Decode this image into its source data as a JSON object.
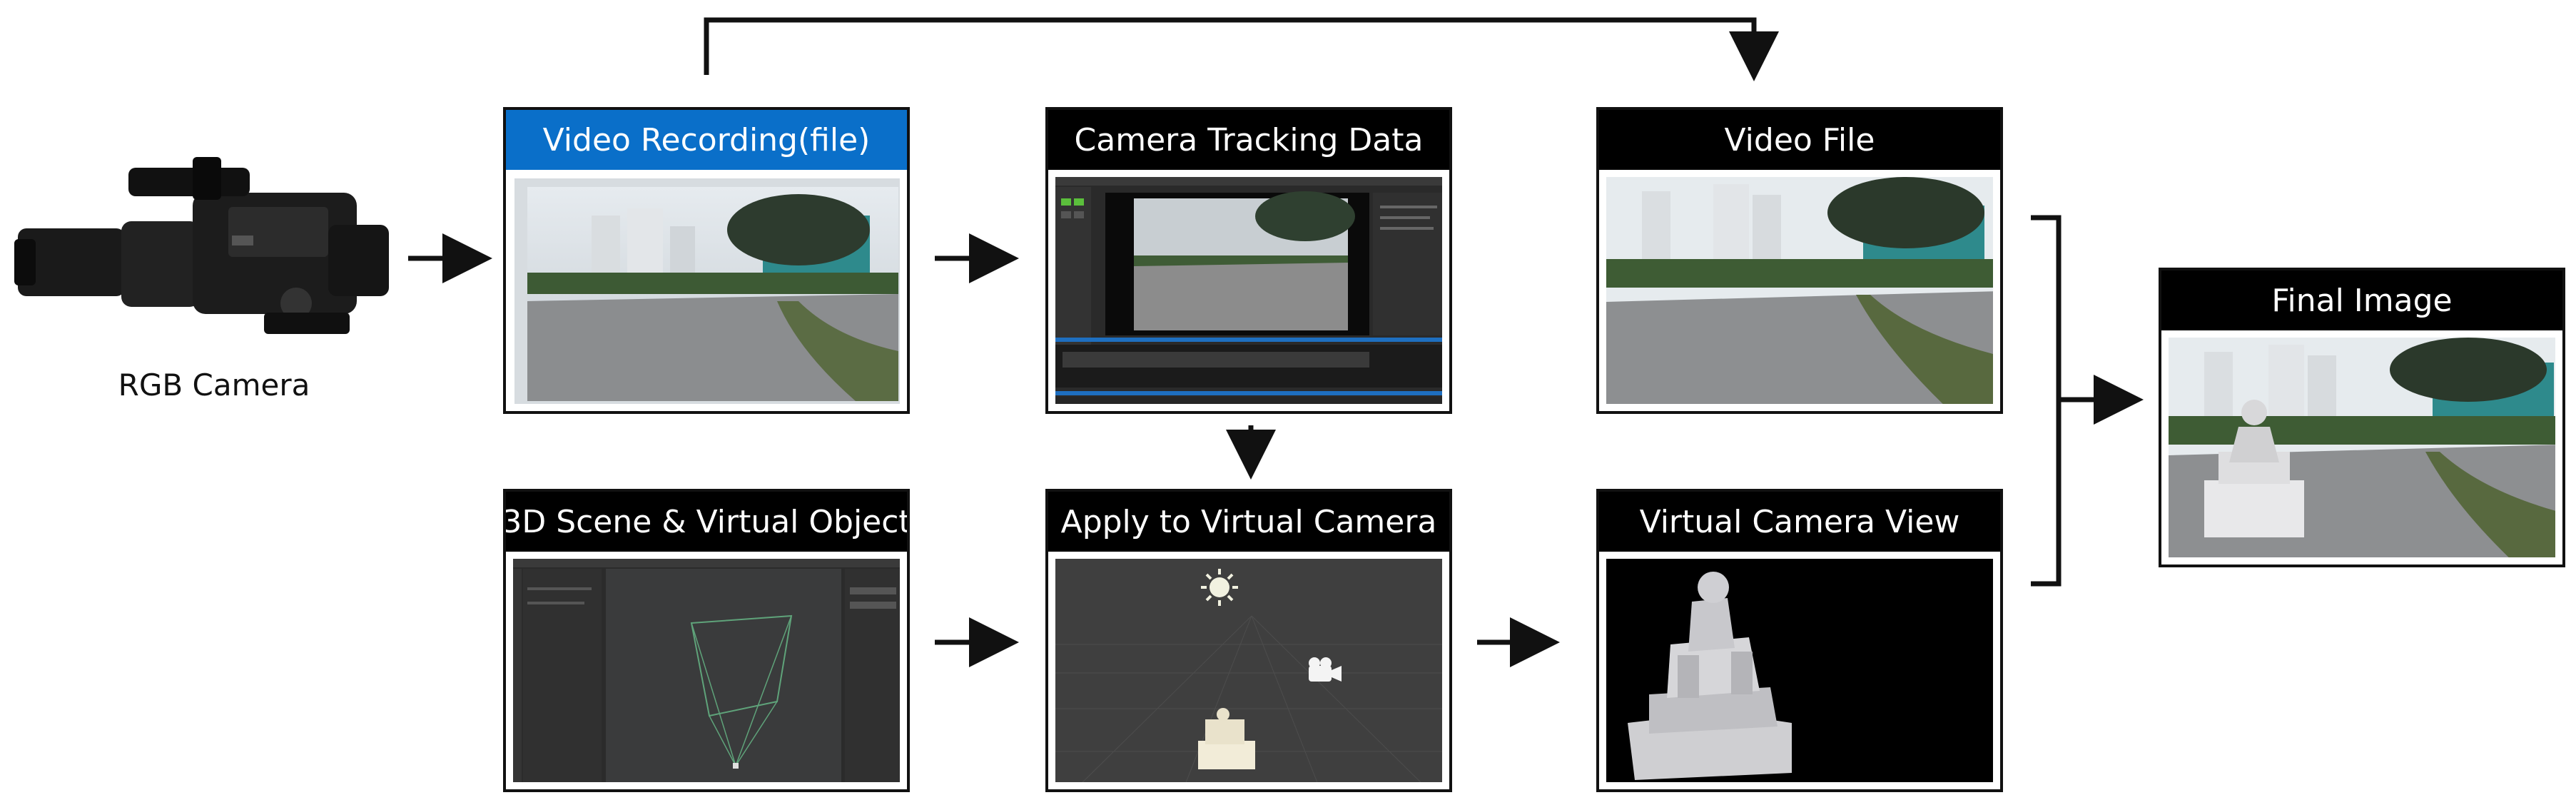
{
  "camera": {
    "label": "RGB Camera"
  },
  "panels": {
    "video_recording": {
      "title": "Video Recording(file)"
    },
    "camera_tracking": {
      "title": "Camera Tracking Data"
    },
    "video_file": {
      "title": "Video File"
    },
    "final_image": {
      "title": "Final Image"
    },
    "scene_3d": {
      "title": "3D Scene & Virtual Object"
    },
    "apply_virtual_camera": {
      "title": "Apply to Virtual Camera"
    },
    "virtual_camera_view": {
      "title": "Virtual Camera View"
    }
  },
  "colors": {
    "header_dark": "#000000",
    "header_blue": "#0a6fc9",
    "arrow": "#111111"
  },
  "icons": [
    "camcorder-icon",
    "sun-light-icon",
    "virtual-camera-icon",
    "statue-model-icon"
  ]
}
